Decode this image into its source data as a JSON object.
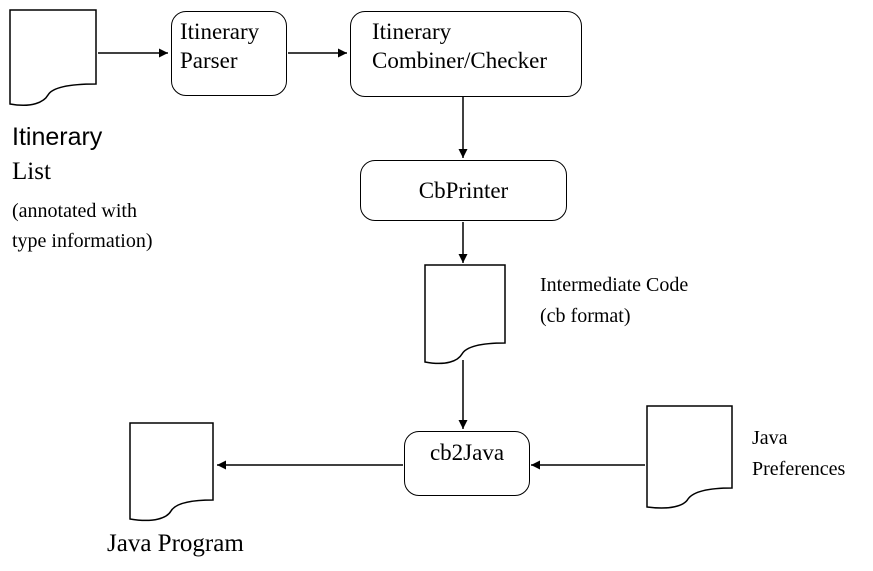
{
  "diagram": {
    "nodes": {
      "itinerary_list_doc": {
        "title": "Itinerary",
        "line2": "List",
        "note_line1": "(annotated with",
        "note_line2": "type information)"
      },
      "itinerary_parser": {
        "line1": "Itinerary",
        "line2": "Parser"
      },
      "combiner_checker": {
        "line1": "Itinerary",
        "line2": "Combiner/Checker"
      },
      "cbprinter": {
        "label": "CbPrinter"
      },
      "intermediate_code_doc": {
        "line1": "Intermediate Code",
        "line2": "(cb format)"
      },
      "cb2java": {
        "label": "cb2Java"
      },
      "java_preferences_doc": {
        "line1": "Java",
        "line2": "Preferences"
      },
      "java_program_doc": {
        "label": "Java Program"
      }
    },
    "edges": [
      {
        "from": "Itinerary List",
        "to": "Itinerary Parser"
      },
      {
        "from": "Itinerary Parser",
        "to": "Itinerary Combiner/Checker"
      },
      {
        "from": "Itinerary Combiner/Checker",
        "to": "CbPrinter"
      },
      {
        "from": "CbPrinter",
        "to": "Intermediate Code"
      },
      {
        "from": "Intermediate Code",
        "to": "cb2Java"
      },
      {
        "from": "Java Preferences",
        "to": "cb2Java"
      },
      {
        "from": "cb2Java",
        "to": "Java Program"
      }
    ]
  }
}
